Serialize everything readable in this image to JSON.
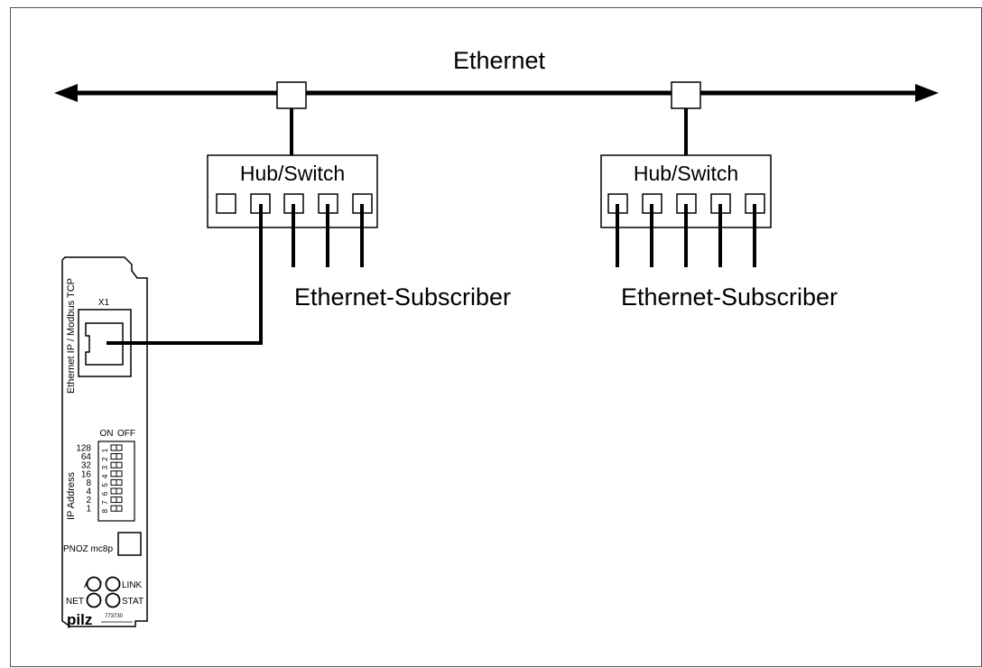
{
  "network": {
    "bus_label": "Ethernet"
  },
  "switches": [
    {
      "label": "Hub/Switch",
      "subscriber_label": "Ethernet-Subscriber"
    },
    {
      "label": "Hub/Switch",
      "subscriber_label": "Ethernet-Subscriber"
    }
  ],
  "device": {
    "port_label": "X1",
    "side_label": "Ethernet IP / Modbus TCP",
    "dip_on": "ON",
    "dip_off": "OFF",
    "ip_address_label": "IP Address",
    "dip_values": [
      "128",
      "64",
      "32",
      "16",
      "8",
      "4",
      "2",
      "1"
    ],
    "dip_numbers": [
      "1",
      "2",
      "3",
      "4",
      "5",
      "6",
      "7",
      "8"
    ],
    "model": "PNOZ mc8p",
    "leds": {
      "act": "ACT",
      "link": "LINK",
      "net": "NET",
      "stat": "STAT"
    },
    "brand": "pilz",
    "part_number": "773730"
  },
  "colors": {
    "line": "#000000",
    "background": "#ffffff",
    "frame": "#555555"
  }
}
